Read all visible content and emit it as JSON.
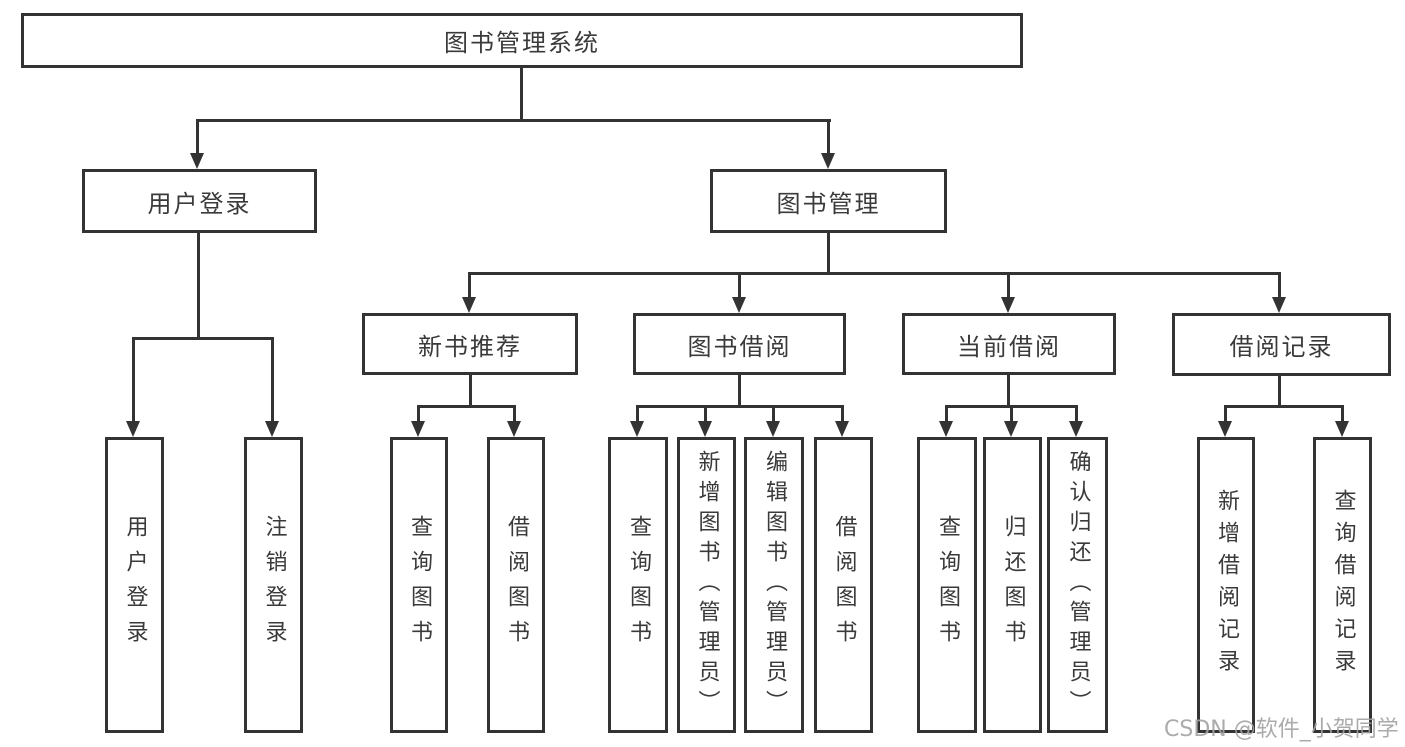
{
  "diagram_type": "hierarchy-tree",
  "colors": {
    "line": "#333333",
    "box_border": "#333333",
    "text": "#3a3a3a",
    "background": "#ffffff",
    "watermark": "#a3a3a3"
  },
  "tree": {
    "label": "图书管理系统",
    "children": [
      {
        "label": "用户登录",
        "children": [
          {
            "label": "用户登录"
          },
          {
            "label": "注销登录"
          }
        ]
      },
      {
        "label": "图书管理",
        "children": [
          {
            "label": "新书推荐",
            "children": [
              {
                "label": "查询图书"
              },
              {
                "label": "借阅图书"
              }
            ]
          },
          {
            "label": "图书借阅",
            "children": [
              {
                "label": "查询图书"
              },
              {
                "label": "新增图书（管理员）"
              },
              {
                "label": "编辑图书（管理员）"
              },
              {
                "label": "借阅图书"
              }
            ]
          },
          {
            "label": "当前借阅",
            "children": [
              {
                "label": "查询图书"
              },
              {
                "label": "归还图书"
              },
              {
                "label": "确认归还（管理员）"
              }
            ]
          },
          {
            "label": "借阅记录",
            "children": [
              {
                "label": "新增借阅记录"
              },
              {
                "label": "查询借阅记录"
              }
            ]
          }
        ]
      }
    ]
  },
  "watermark": {
    "text": "CSDN @软件_小贺同学"
  }
}
